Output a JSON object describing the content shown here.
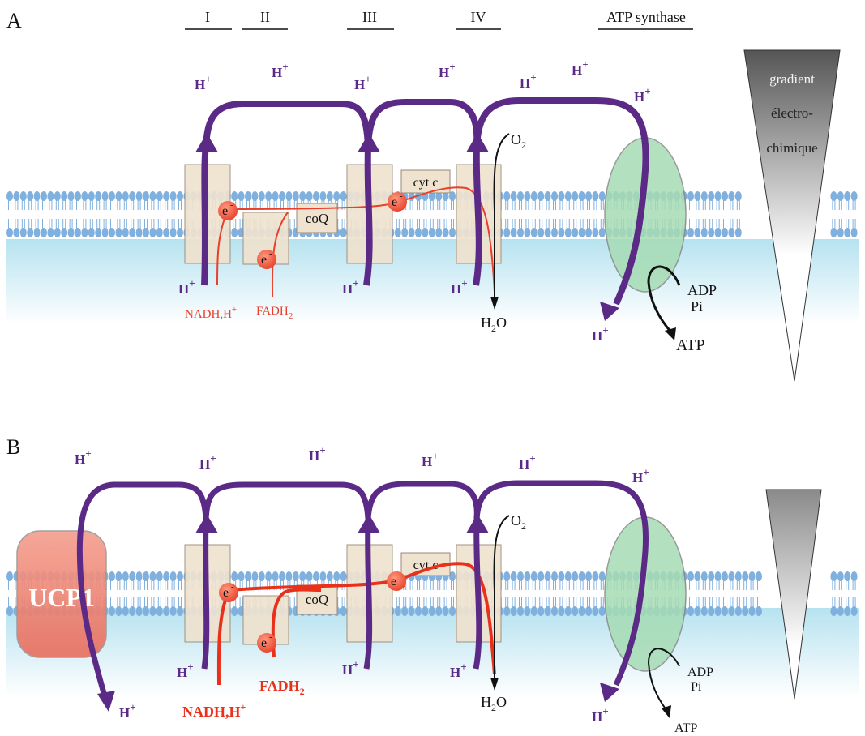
{
  "panels": [
    {
      "id": "A",
      "letter": "A",
      "complexes": [
        "I",
        "II",
        "III",
        "IV",
        "ATP synthase"
      ],
      "proton": "H",
      "proton_charge": "+",
      "coq": "coQ",
      "cytc": "cyt c",
      "electron": "e",
      "electron_charge": "-",
      "oxygen": "O",
      "oxygen_sub": "2",
      "water": "H",
      "water_sub": "2",
      "water_end": "O",
      "nadh": "NADH,H",
      "nadh_charge": "+",
      "fadh": "FADH",
      "fadh_sub": "2",
      "adp": "ADP",
      "pi": "Pi",
      "atp": "ATP",
      "gradient_lines": [
        "gradient",
        "électro-",
        "chimique"
      ]
    },
    {
      "id": "B",
      "letter": "B",
      "proton": "H",
      "proton_charge": "+",
      "coq": "coQ",
      "cytc": "cyt c",
      "electron": "e",
      "electron_charge": "-",
      "oxygen": "O",
      "oxygen_sub": "2",
      "water": "H",
      "water_sub": "2",
      "water_end": "O",
      "nadh": "NADH,H",
      "nadh_charge": "+",
      "fadh": "FADH",
      "fadh_sub": "2",
      "adp": "ADP",
      "pi": "Pi",
      "atp": "ATP",
      "ucp1": "UCP1"
    }
  ],
  "colors": {
    "proton_path": "#5b2a86",
    "electron_path": "#e8402a",
    "complex_fill": "#efe2cf",
    "atp_synthase_fill": "#a6dcb4",
    "ucp1_fill": "#f08070",
    "lipid_head": "#7fb0de",
    "matrix_blue": "#b6e2f0"
  }
}
